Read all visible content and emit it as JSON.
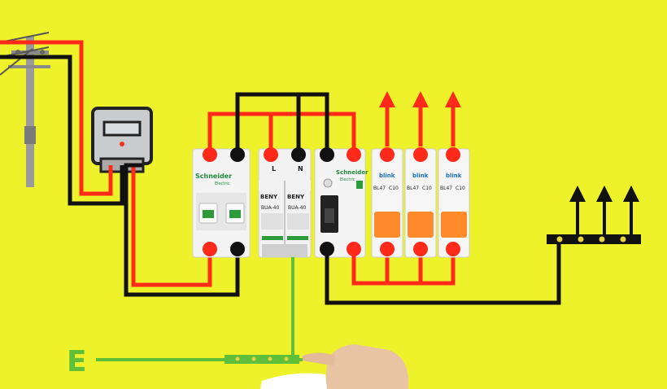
{
  "diagram": {
    "background_color": "#eef22a",
    "wire_colors": {
      "live": "#ff2a1a",
      "neutral": "#111111",
      "earth": "#5fbf3a"
    },
    "main_breaker": {
      "brand": "Schneider",
      "brand_sub": "Electric"
    },
    "spd": {
      "brand": "BENY",
      "model": "BUA-40",
      "terminal_l": "L",
      "terminal_n": "N"
    },
    "rcd": {
      "brand": "Schneider",
      "brand_sub": "Electric"
    },
    "mcbs": [
      {
        "brand": "blink",
        "model": "BL47",
        "rating": "C10"
      },
      {
        "brand": "blink",
        "model": "BL47",
        "rating": "C10"
      },
      {
        "brand": "blink",
        "model": "BL47",
        "rating": "C10"
      }
    ],
    "earth_label": "E"
  }
}
